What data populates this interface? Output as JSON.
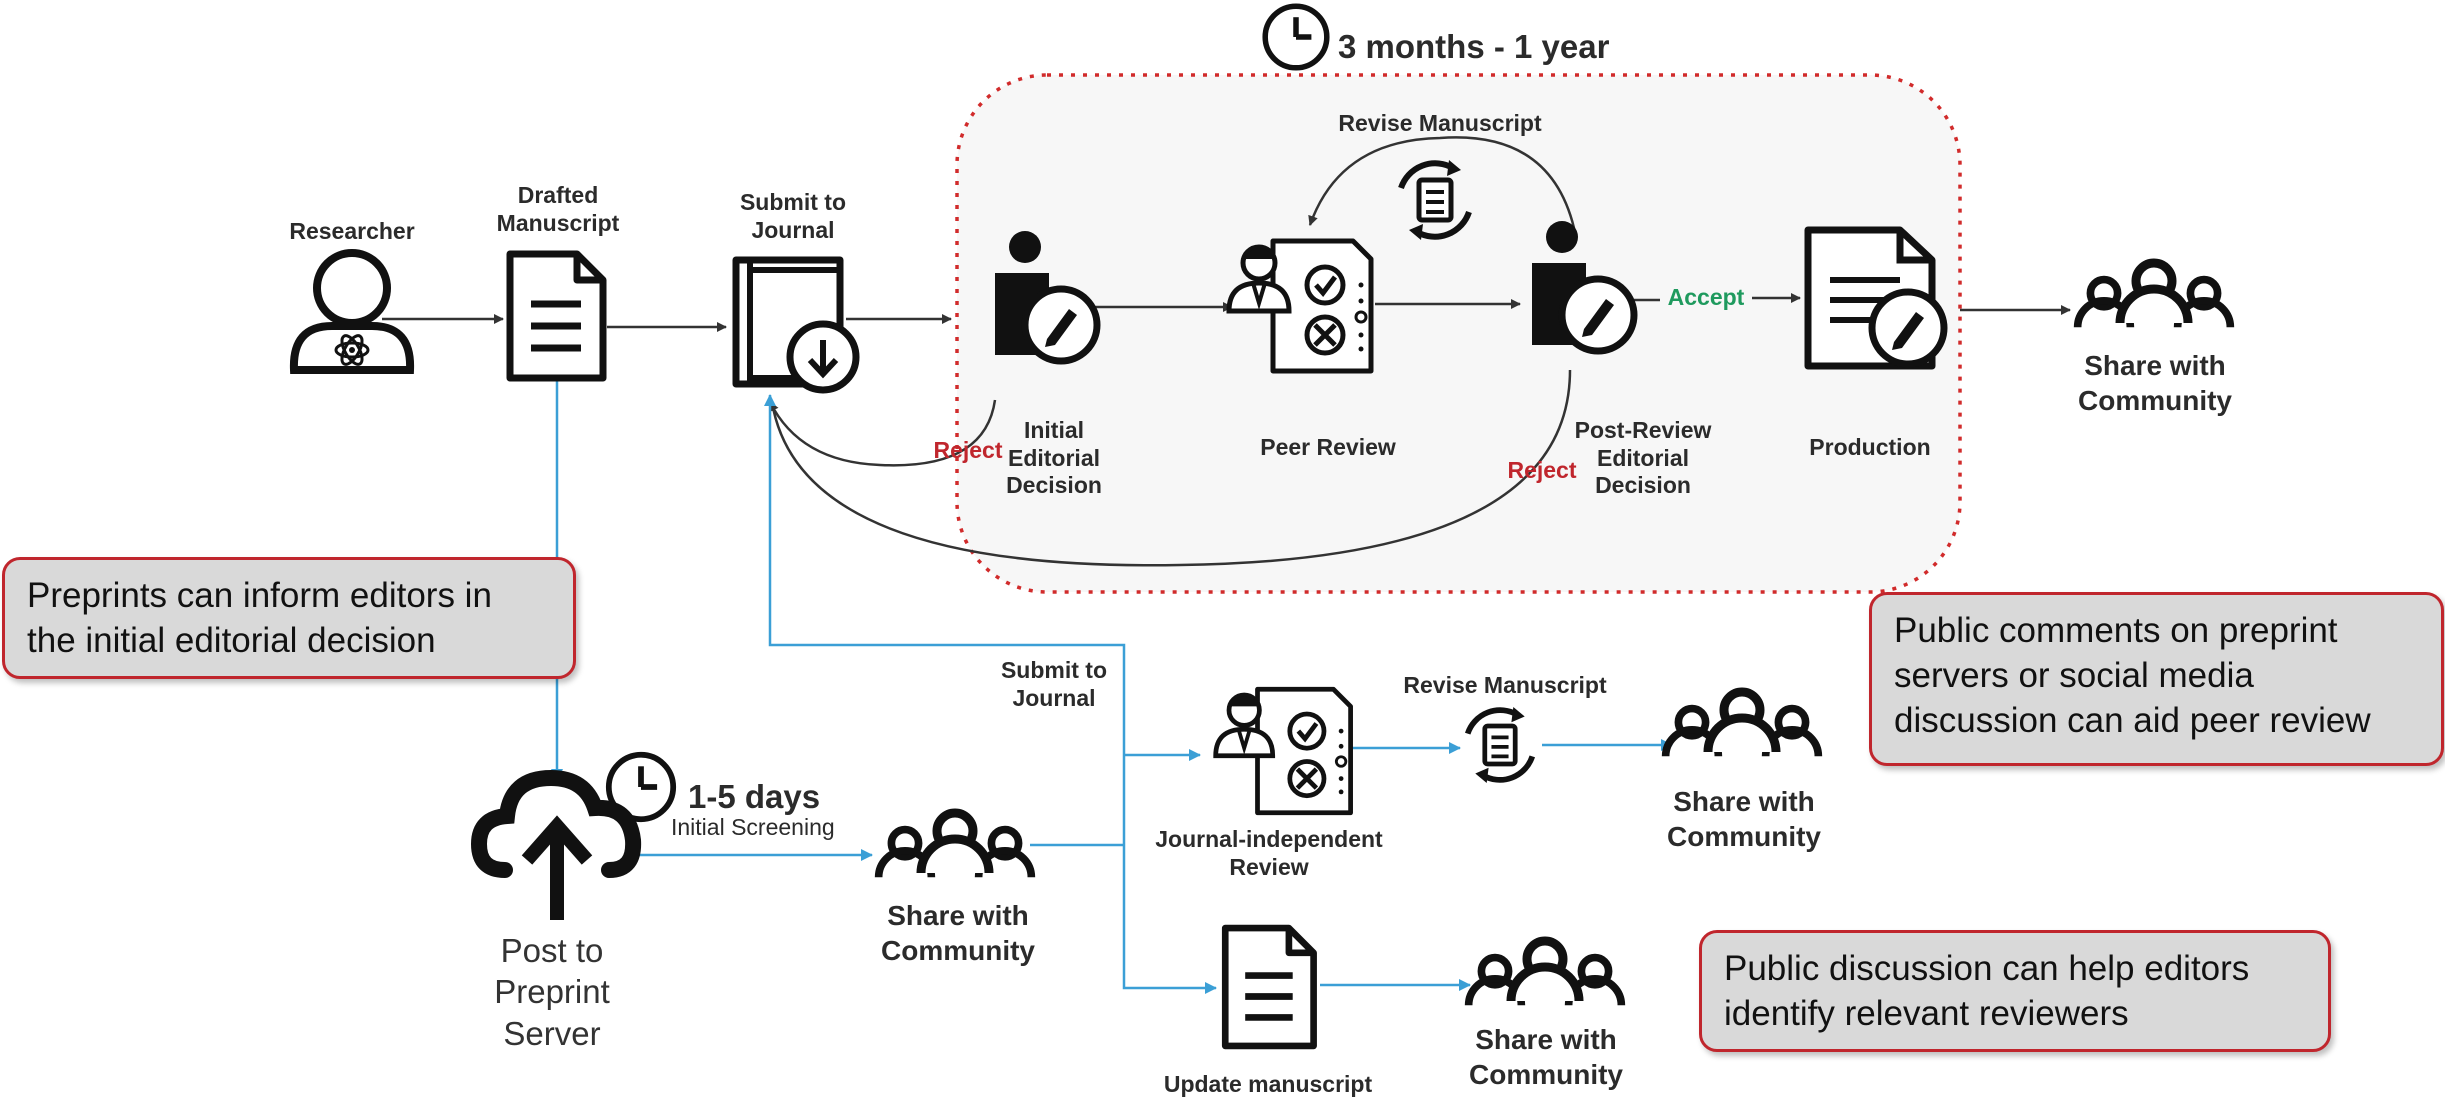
{
  "timing": {
    "journal": "3 months - 1 year",
    "preprint": "1-5 days",
    "preprint_caption": "Initial Screening"
  },
  "nodes": {
    "researcher": "Researcher",
    "drafted": "Drafted\nManuscript",
    "submit_top": "Submit to\nJournal",
    "initial_decision": "Initial\nEditorial\nDecision",
    "peer_review": "Peer Review",
    "post_review": "Post-Review\nEditorial\nDecision",
    "production": "Production",
    "share_top": "Share with\nCommunity",
    "revise_top": "Revise Manuscript",
    "accept": "Accept",
    "reject_initial": "Reject",
    "reject_post": "Reject",
    "post_preprint": "Post to\nPreprint\nServer",
    "share_preprint": "Share with\nCommunity",
    "submit_bottom": "Submit to\nJournal",
    "independent_review": "Journal-independent\nReview",
    "revise_bottom": "Revise Manuscript",
    "share_mid": "Share with\nCommunity",
    "update_manuscript": "Update manuscript",
    "share_bottom": "Share with\nCommunity"
  },
  "notes": {
    "preprint_editors": "Preprints can inform editors in\nthe initial editorial decision",
    "public_comments": "Public comments on preprint\nservers or social media\ndiscussion can aid  peer review",
    "public_discussion": "Public discussion can help editors\nidentify relevant reviewers"
  },
  "colors": {
    "journal_path": "#333333",
    "preprint_path": "#3b9fd6",
    "highlight": "#c0262d",
    "accept": "#1f9a5e",
    "box_fill": "#f7f7f7"
  },
  "icons": [
    "clock-icon",
    "researcher-icon",
    "document-icon",
    "journal-book-icon",
    "editor-icon",
    "reviewer-icon",
    "revise-cycle-icon",
    "production-document-icon",
    "community-icon",
    "cloud-upload-icon"
  ]
}
